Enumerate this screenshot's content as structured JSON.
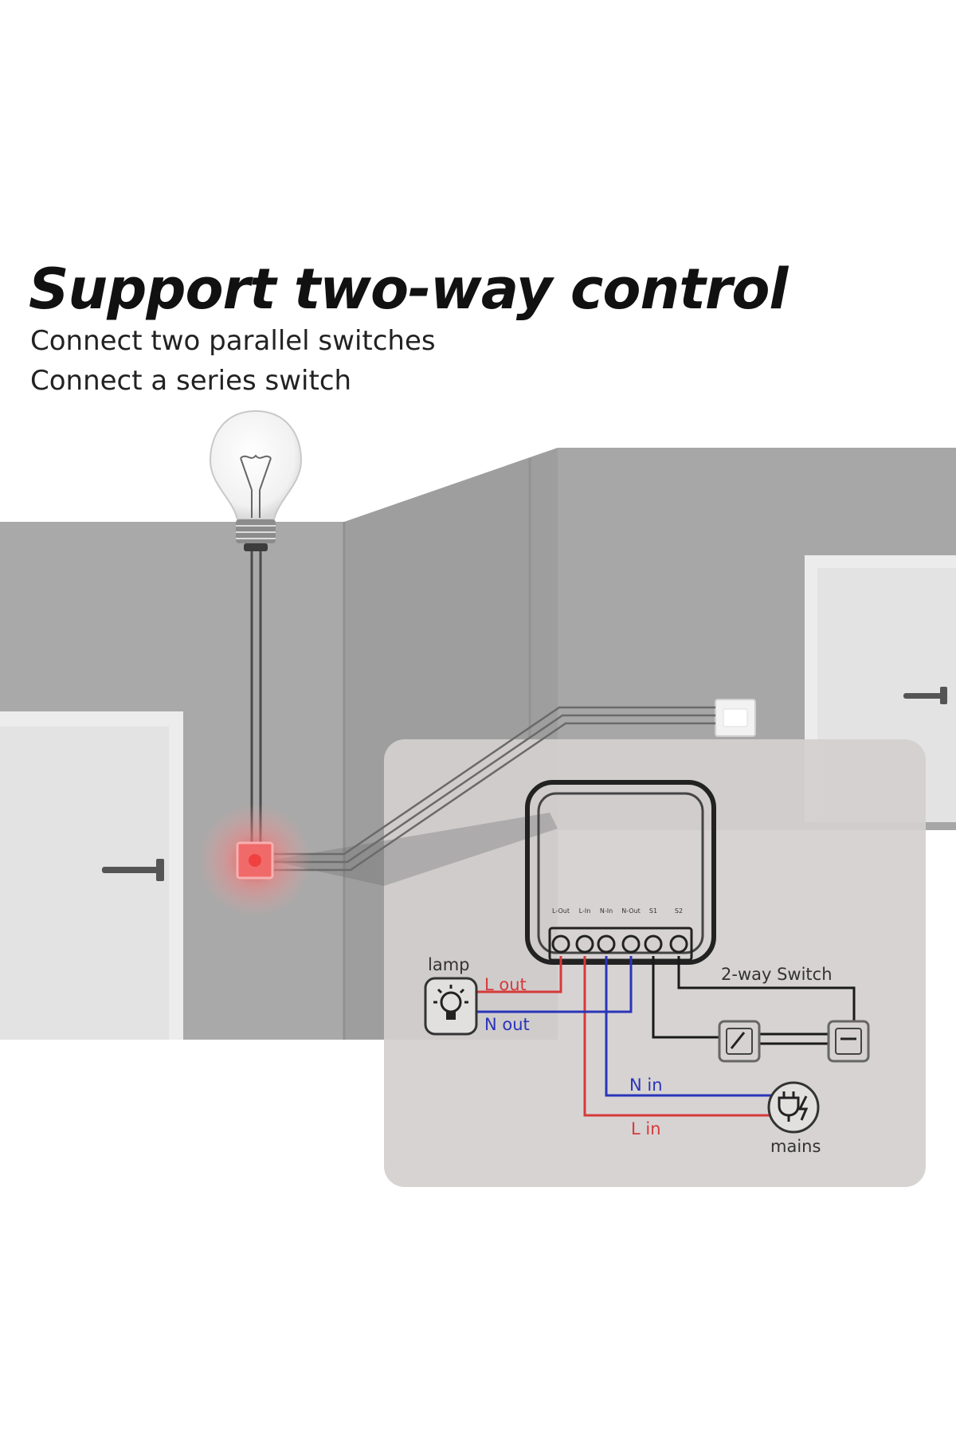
{
  "header": {
    "title": "Support two-way control",
    "lines": [
      "Connect two parallel switches",
      "Connect a series switch"
    ]
  },
  "module": {
    "terminals": [
      "L-Out",
      "L-In",
      "N-In",
      "N-Out",
      "S1",
      "S2"
    ]
  },
  "labels": {
    "lamp": "lamp",
    "l_out": "L out",
    "n_out": "N out",
    "n_in": "N in",
    "l_in": "L in",
    "mains": "mains",
    "switch": "2-way Switch"
  },
  "colors": {
    "live": "#d63a3a",
    "neutral": "#2a35b8",
    "signal": "#1a1a1a",
    "wall": "#a8a8a8",
    "panel": "#d4d0d0",
    "pulse": "#f26a6a"
  }
}
